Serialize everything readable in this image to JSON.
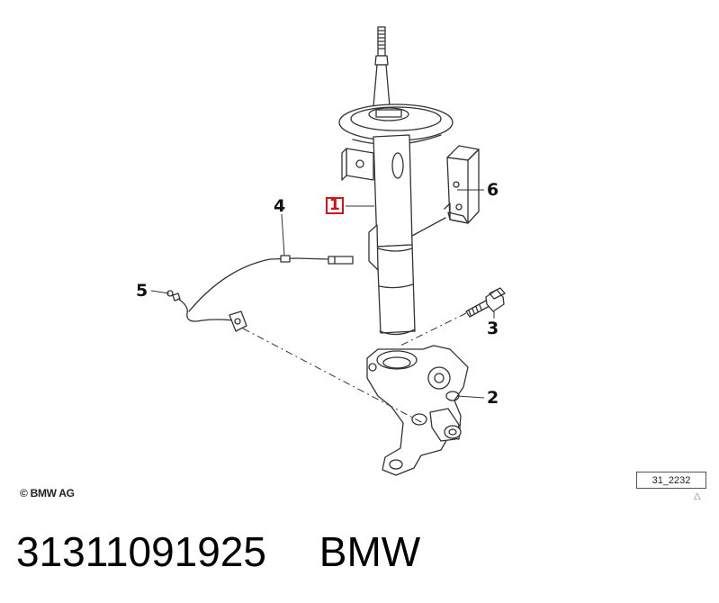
{
  "diagram": {
    "callouts": [
      {
        "id": "1",
        "highlighted": true
      },
      {
        "id": "2",
        "highlighted": false
      },
      {
        "id": "3",
        "highlighted": false
      },
      {
        "id": "4",
        "highlighted": false
      },
      {
        "id": "5",
        "highlighted": false
      },
      {
        "id": "6",
        "highlighted": false
      }
    ],
    "copyright": "© BMW AG",
    "diagram_id": "31_2232",
    "diagram_id_marker": "△",
    "highlight_color": "#d0141a"
  },
  "footer": {
    "part_number": "31311091925",
    "brand": "BMW"
  }
}
